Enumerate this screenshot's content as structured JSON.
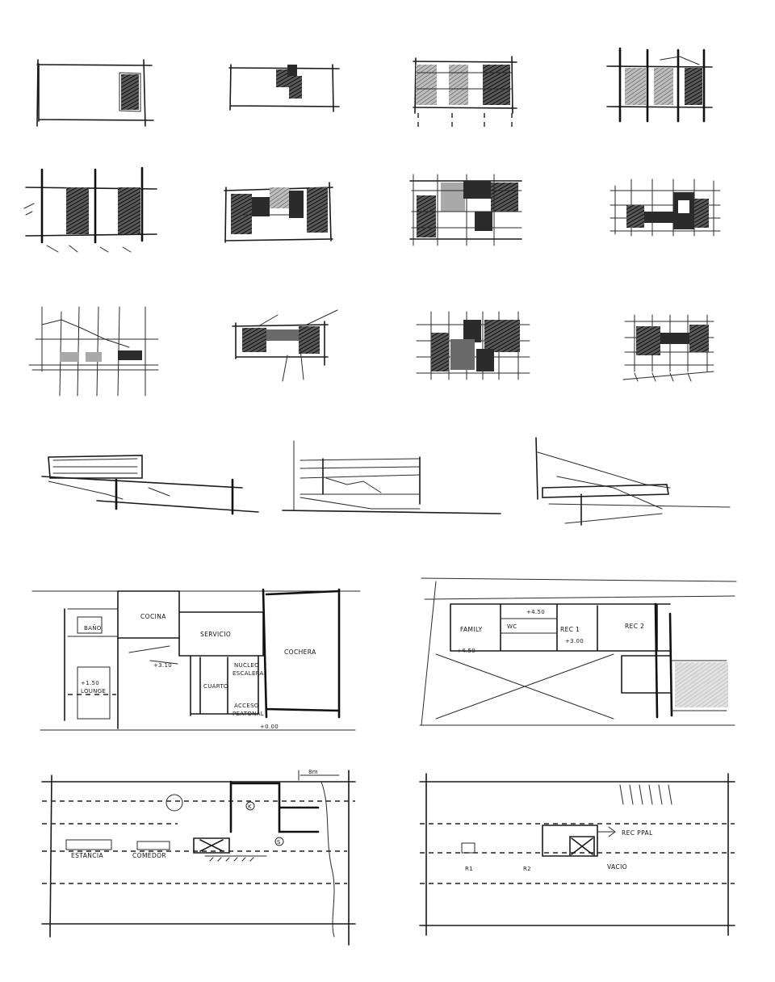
{
  "floor_plan_1": {
    "cocina": "COCINA",
    "servicio": "SERVICIO",
    "cochera": "COCHERA",
    "bano": "BAÑO",
    "lounge": "LOUNGE",
    "level_lounge": "+1.50",
    "level_upper": "+3.10",
    "nucleo": "NUCLEO",
    "escalera": "ESCALERA",
    "cuarto": "CUARTO",
    "acceso": "ACCESO",
    "peatonal": "PEATONAL",
    "level_entry": "+0.00"
  },
  "floor_plan_2": {
    "family": "FAMILY",
    "wc": "WC",
    "level_upper": "+4.50",
    "rec1": "REC 1",
    "rec2": "REC 2",
    "level_rec": "+3.00",
    "level_family": "+4.50"
  },
  "site_plan_1": {
    "dimension": "8m",
    "estancia": "ESTANCIA",
    "comedor": "COMEDOR",
    "k_marker": "K",
    "s_marker": "S"
  },
  "site_plan_2": {
    "rec_ppal": "REC PPAL",
    "r1": "R1",
    "r2": "R2",
    "vacio": "VACIO"
  }
}
